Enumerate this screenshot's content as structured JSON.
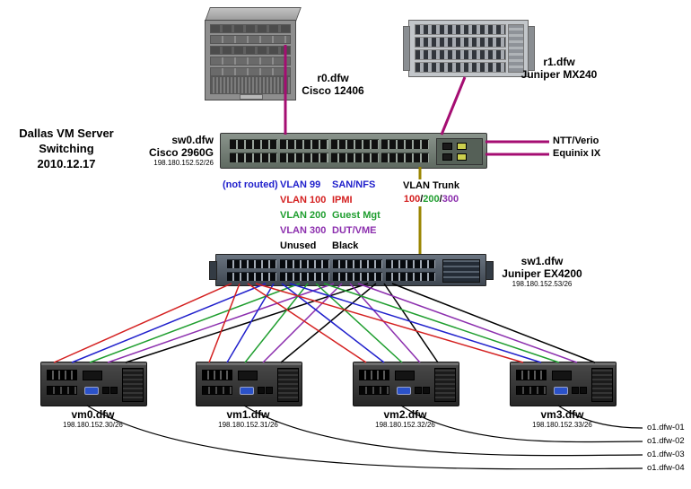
{
  "title": {
    "lines": [
      "Dallas VM Server",
      "Switching",
      "2010.12.17"
    ]
  },
  "routers": {
    "r0": {
      "name": "r0.dfw",
      "model": "Cisco 12406"
    },
    "r1": {
      "name": "r1.dfw",
      "model": "Juniper MX240"
    }
  },
  "switches": {
    "sw0": {
      "name": "sw0.dfw",
      "model": "Cisco 2960G",
      "ip": "198.180.152.52/26"
    },
    "sw1": {
      "name": "sw1.dfw",
      "model": "Juniper EX4200",
      "ip": "198.180.152.53/26"
    }
  },
  "servers": [
    {
      "name": "vm0.dfw",
      "ip": "198.180.152.30/26"
    },
    {
      "name": "vm1.dfw",
      "ip": "198.180.152.31/26"
    },
    {
      "name": "vm2.dfw",
      "ip": "198.180.152.32/26"
    },
    {
      "name": "vm3.dfw",
      "ip": "198.180.152.33/26"
    }
  ],
  "uplinks": {
    "ntt": "NTT/Verio",
    "equinix": "Equinix IX"
  },
  "legend": {
    "not_routed": "(not routed)",
    "rows": [
      {
        "vlan": "VLAN 99",
        "desc": "SAN/NFS"
      },
      {
        "vlan": "VLAN 100",
        "desc": "IPMI"
      },
      {
        "vlan": "VLAN 200",
        "desc": "Guest Mgt"
      },
      {
        "vlan": "VLAN 300",
        "desc": "DUT/VME"
      },
      {
        "vlan": "Unused",
        "desc": "Black"
      }
    ]
  },
  "trunk": {
    "label": "VLAN Trunk",
    "vlan1": "100",
    "vlan2": "200",
    "vlan3": "300",
    "sep": "/"
  },
  "remote_hosts": [
    "o1.dfw-01",
    "o1.dfw-02",
    "o1.dfw-03",
    "o1.dfw-04"
  ],
  "colors": {
    "vlan99": "#2020cc",
    "vlan100": "#d42020",
    "vlan200": "#1f9e2f",
    "vlan300": "#8c2fae",
    "unused": "#000000",
    "uplink": "#a50d72",
    "trunk": "#9a8500"
  }
}
